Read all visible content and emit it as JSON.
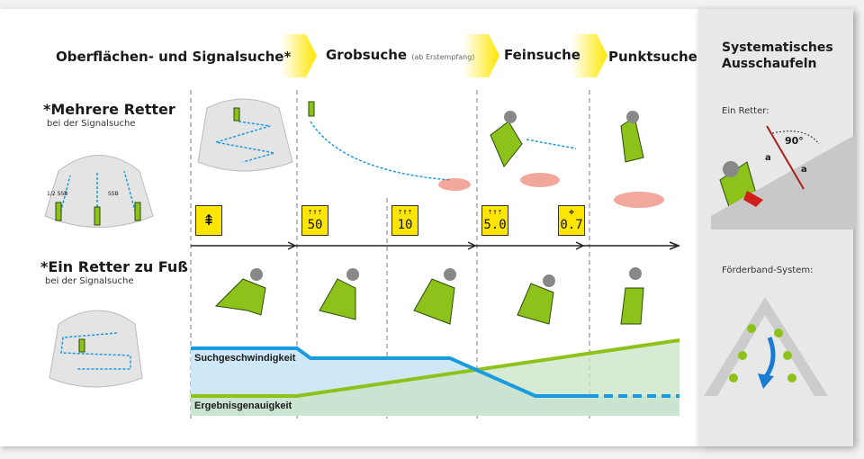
{
  "header": {
    "phase1": "Oberflächen- und Signalsuche*",
    "phase2": "Grobsuche",
    "phase2_note": "(ab Erstempfang)",
    "phase3": "Feinsuche",
    "phase4": "Punktsuche"
  },
  "left": {
    "multi_title": "*Mehrere Retter",
    "multi_sub": "bei der Signalsuche",
    "single_title": "*Ein Retter zu Fuß",
    "single_sub": "bei der Signalsuche",
    "ssb": "SSB",
    "half_ssb": "1/2 SSB"
  },
  "signs": [
    {
      "icon": "zigzag-arrow",
      "value": ""
    },
    {
      "icon": "direction-arrows",
      "value": "50"
    },
    {
      "icon": "direction-arrows",
      "value": "10"
    },
    {
      "icon": "direction-arrows",
      "value": "5.0"
    },
    {
      "icon": "cross-arrows",
      "value": "0.7"
    }
  ],
  "graph": {
    "speed_label": "Suchgeschwindigkeit",
    "accuracy_label": "Ergebnisgenauigkeit",
    "speed_color": "#1a9be0",
    "accuracy_color": "#8cc21a"
  },
  "side": {
    "title_line1": "Systematisches",
    "title_line2": "Ausschaufeln",
    "single": "Ein Retter:",
    "angle": "90°",
    "dist": "a",
    "conveyor": "Förderband-System:"
  }
}
